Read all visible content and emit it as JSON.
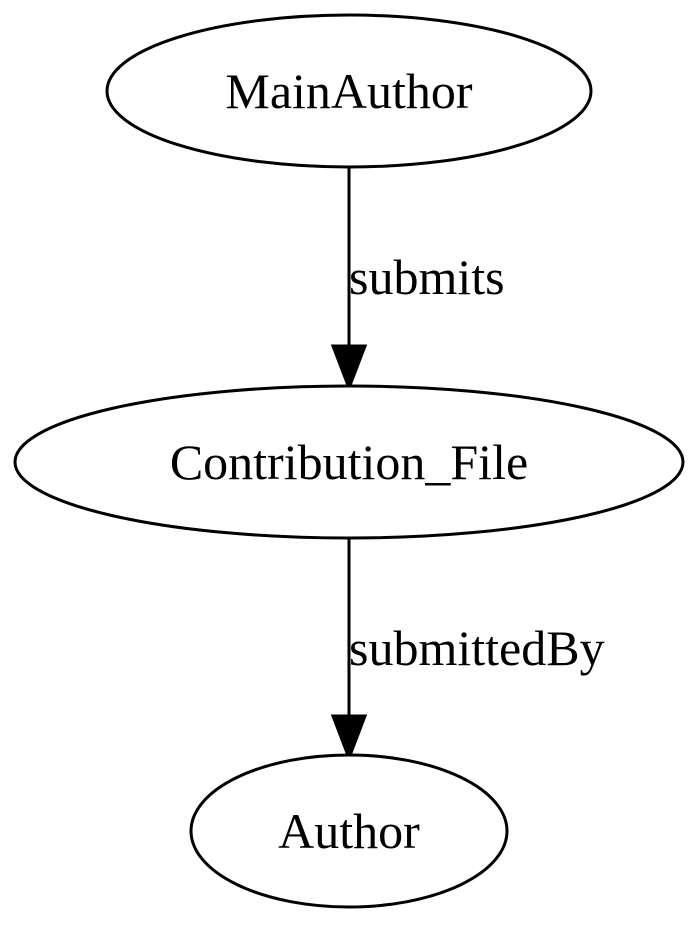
{
  "colors": {
    "background": "#ffffff",
    "stroke": "#000000",
    "text": "#000000"
  },
  "nodes": {
    "main_author": {
      "label": "MainAuthor"
    },
    "contribution_file": {
      "label": "Contribution_File"
    },
    "author": {
      "label": "Author"
    }
  },
  "edges": {
    "submits": {
      "label": "submits",
      "from": "MainAuthor",
      "to": "Contribution_File"
    },
    "submitted_by": {
      "label": "submittedBy",
      "from": "Contribution_File",
      "to": "Author"
    }
  }
}
